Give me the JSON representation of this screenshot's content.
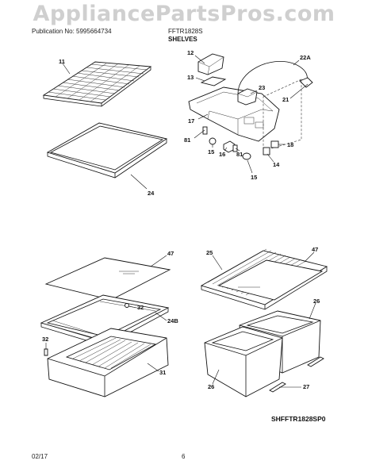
{
  "watermark": "AppliancePartsPros.com",
  "header": {
    "publication": "Publication No: 5995664734",
    "model": "FFTR1828S",
    "section": "SHELVES"
  },
  "callouts": {
    "c11": "11",
    "c12": "12",
    "c13": "13",
    "c22a": "22A",
    "c23": "23",
    "c21": "21",
    "c17": "17",
    "c81a": "81",
    "c15a": "15",
    "c16": "16",
    "c81b": "81",
    "c18": "18",
    "c14": "14",
    "c15b": "15",
    "c24": "24",
    "c47a": "47",
    "c32a": "32",
    "c24b": "24B",
    "c32b": "32",
    "c31": "31",
    "c25": "25",
    "c47b": "47",
    "c26a": "26",
    "c26b": "26",
    "c27": "27"
  },
  "drawing_code": "SHFFTR1828SP0",
  "footer": {
    "date": "02/17",
    "page": "6"
  }
}
